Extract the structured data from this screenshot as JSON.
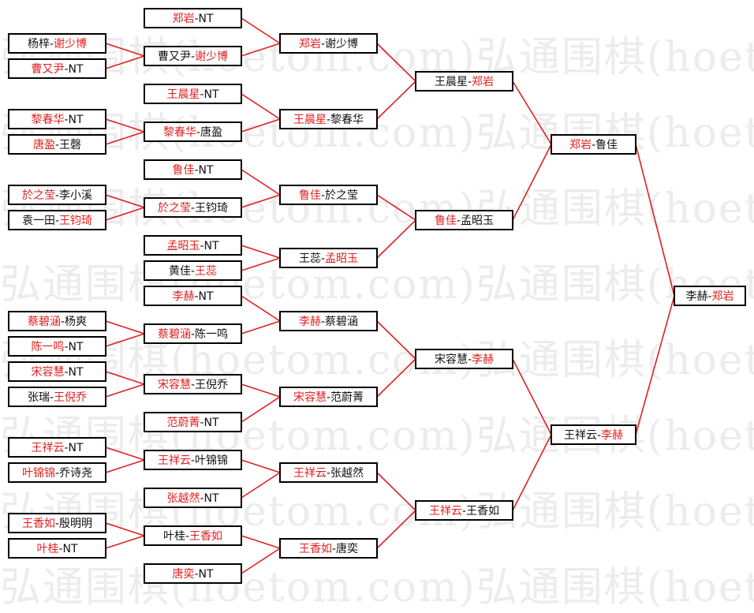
{
  "watermark": "弘通围棋(hoetom.com)弘通围棋(hoetom.com)弘通围棋(hoetom.com)",
  "colors": {
    "winner": "#e02020",
    "loser": "#111111",
    "line": "#e02020"
  },
  "rounds": [
    [
      {
        "parts": [
          {
            "t": "杨梓",
            "w": false
          },
          {
            "t": "-",
            "w": false
          },
          {
            "t": "谢少博",
            "w": true
          }
        ]
      },
      {
        "parts": [
          {
            "t": "曹又尹",
            "w": true
          },
          {
            "t": "-",
            "w": false
          },
          {
            "t": "NT",
            "w": false
          }
        ]
      },
      {
        "parts": [
          {
            "t": "黎春华",
            "w": true
          },
          {
            "t": "-",
            "w": false
          },
          {
            "t": "NT",
            "w": false
          }
        ]
      },
      {
        "parts": [
          {
            "t": "唐盈",
            "w": true
          },
          {
            "t": "-",
            "w": false
          },
          {
            "t": "王磬",
            "w": false
          }
        ]
      },
      {
        "parts": [
          {
            "t": "於之莹",
            "w": true
          },
          {
            "t": "-",
            "w": false
          },
          {
            "t": "李小溪",
            "w": false
          }
        ]
      },
      {
        "parts": [
          {
            "t": "袁一田",
            "w": false
          },
          {
            "t": "-",
            "w": false
          },
          {
            "t": "王钧琦",
            "w": true
          }
        ]
      },
      {
        "parts": [
          {
            "t": "蔡碧涵",
            "w": true
          },
          {
            "t": "-",
            "w": false
          },
          {
            "t": "杨爽",
            "w": false
          }
        ]
      },
      {
        "parts": [
          {
            "t": "陈一鸣",
            "w": true
          },
          {
            "t": "-",
            "w": false
          },
          {
            "t": "NT",
            "w": false
          }
        ]
      },
      {
        "parts": [
          {
            "t": "宋容慧",
            "w": true
          },
          {
            "t": "-",
            "w": false
          },
          {
            "t": "NT",
            "w": false
          }
        ]
      },
      {
        "parts": [
          {
            "t": "张瑞",
            "w": false
          },
          {
            "t": "-",
            "w": false
          },
          {
            "t": "王倪乔",
            "w": true
          }
        ]
      },
      {
        "parts": [
          {
            "t": "王祥云",
            "w": true
          },
          {
            "t": "-",
            "w": false
          },
          {
            "t": "NT",
            "w": false
          }
        ]
      },
      {
        "parts": [
          {
            "t": "叶锦锦",
            "w": true
          },
          {
            "t": "-",
            "w": false
          },
          {
            "t": "乔诗尧",
            "w": false
          }
        ]
      },
      {
        "parts": [
          {
            "t": "王香如",
            "w": true
          },
          {
            "t": "-",
            "w": false
          },
          {
            "t": "殷明明",
            "w": false
          }
        ]
      },
      {
        "parts": [
          {
            "t": "叶桂",
            "w": true
          },
          {
            "t": "-",
            "w": false
          },
          {
            "t": "NT",
            "w": false
          }
        ]
      }
    ],
    [
      {
        "parts": [
          {
            "t": "郑岩",
            "w": true
          },
          {
            "t": "-",
            "w": false
          },
          {
            "t": "NT",
            "w": false
          }
        ]
      },
      {
        "parts": [
          {
            "t": "曹又尹",
            "w": false
          },
          {
            "t": "-",
            "w": false
          },
          {
            "t": "谢少博",
            "w": true
          }
        ]
      },
      {
        "parts": [
          {
            "t": "王晨星",
            "w": true
          },
          {
            "t": "-",
            "w": false
          },
          {
            "t": "NT",
            "w": false
          }
        ]
      },
      {
        "parts": [
          {
            "t": "黎春华",
            "w": true
          },
          {
            "t": "-",
            "w": false
          },
          {
            "t": "唐盈",
            "w": false
          }
        ]
      },
      {
        "parts": [
          {
            "t": "鲁佳",
            "w": true
          },
          {
            "t": "-",
            "w": false
          },
          {
            "t": "NT",
            "w": false
          }
        ]
      },
      {
        "parts": [
          {
            "t": "於之莹",
            "w": true
          },
          {
            "t": "-",
            "w": false
          },
          {
            "t": "王钧琦",
            "w": false
          }
        ]
      },
      {
        "parts": [
          {
            "t": "孟昭玉",
            "w": true
          },
          {
            "t": "-",
            "w": false
          },
          {
            "t": "NT",
            "w": false
          }
        ]
      },
      {
        "parts": [
          {
            "t": "黄佳",
            "w": false
          },
          {
            "t": "-",
            "w": false
          },
          {
            "t": "王蕊",
            "w": true
          }
        ]
      },
      {
        "parts": [
          {
            "t": "李赫",
            "w": true
          },
          {
            "t": "-",
            "w": false
          },
          {
            "t": "NT",
            "w": false
          }
        ]
      },
      {
        "parts": [
          {
            "t": "蔡碧涵",
            "w": true
          },
          {
            "t": "-",
            "w": false
          },
          {
            "t": "陈一鸣",
            "w": false
          }
        ]
      },
      {
        "parts": [
          {
            "t": "宋容慧",
            "w": true
          },
          {
            "t": "-",
            "w": false
          },
          {
            "t": "王倪乔",
            "w": false
          }
        ]
      },
      {
        "parts": [
          {
            "t": "范蔚菁",
            "w": true
          },
          {
            "t": "-",
            "w": false
          },
          {
            "t": "NT",
            "w": false
          }
        ]
      },
      {
        "parts": [
          {
            "t": "王祥云",
            "w": true
          },
          {
            "t": "-",
            "w": false
          },
          {
            "t": "叶锦锦",
            "w": false
          }
        ]
      },
      {
        "parts": [
          {
            "t": "张越然",
            "w": true
          },
          {
            "t": "-",
            "w": false
          },
          {
            "t": "NT",
            "w": false
          }
        ]
      },
      {
        "parts": [
          {
            "t": "叶桂",
            "w": false
          },
          {
            "t": "-",
            "w": false
          },
          {
            "t": "王香如",
            "w": true
          }
        ]
      },
      {
        "parts": [
          {
            "t": "唐奕",
            "w": true
          },
          {
            "t": "-",
            "w": false
          },
          {
            "t": "NT",
            "w": false
          }
        ]
      }
    ],
    [
      {
        "parts": [
          {
            "t": "郑岩",
            "w": true
          },
          {
            "t": "-",
            "w": false
          },
          {
            "t": "谢少博",
            "w": false
          }
        ]
      },
      {
        "parts": [
          {
            "t": "王晨星",
            "w": true
          },
          {
            "t": "-",
            "w": false
          },
          {
            "t": "黎春华",
            "w": false
          }
        ]
      },
      {
        "parts": [
          {
            "t": "鲁佳",
            "w": true
          },
          {
            "t": "-",
            "w": false
          },
          {
            "t": "於之莹",
            "w": false
          }
        ]
      },
      {
        "parts": [
          {
            "t": "王蕊",
            "w": false
          },
          {
            "t": "-",
            "w": false
          },
          {
            "t": "孟昭玉",
            "w": true
          }
        ]
      },
      {
        "parts": [
          {
            "t": "李赫",
            "w": true
          },
          {
            "t": "-",
            "w": false
          },
          {
            "t": "蔡碧涵",
            "w": false
          }
        ]
      },
      {
        "parts": [
          {
            "t": "宋容慧",
            "w": true
          },
          {
            "t": "-",
            "w": false
          },
          {
            "t": "范蔚菁",
            "w": false
          }
        ]
      },
      {
        "parts": [
          {
            "t": "王祥云",
            "w": true
          },
          {
            "t": "-",
            "w": false
          },
          {
            "t": "张越然",
            "w": false
          }
        ]
      },
      {
        "parts": [
          {
            "t": "王香如",
            "w": true
          },
          {
            "t": "-",
            "w": false
          },
          {
            "t": "唐奕",
            "w": false
          }
        ]
      }
    ],
    [
      {
        "parts": [
          {
            "t": "王晨星",
            "w": false
          },
          {
            "t": "-",
            "w": false
          },
          {
            "t": "郑岩",
            "w": true
          }
        ]
      },
      {
        "parts": [
          {
            "t": "鲁佳",
            "w": true
          },
          {
            "t": "-",
            "w": false
          },
          {
            "t": "孟昭玉",
            "w": false
          }
        ]
      },
      {
        "parts": [
          {
            "t": "宋容慧",
            "w": false
          },
          {
            "t": "-",
            "w": false
          },
          {
            "t": "李赫",
            "w": true
          }
        ]
      },
      {
        "parts": [
          {
            "t": "王祥云",
            "w": true
          },
          {
            "t": "-",
            "w": false
          },
          {
            "t": "王香如",
            "w": false
          }
        ]
      }
    ],
    [
      {
        "parts": [
          {
            "t": "郑岩",
            "w": true
          },
          {
            "t": "-",
            "w": false
          },
          {
            "t": "鲁佳",
            "w": false
          }
        ]
      },
      {
        "parts": [
          {
            "t": "王祥云",
            "w": false
          },
          {
            "t": "-",
            "w": false
          },
          {
            "t": "李赫",
            "w": true
          }
        ]
      }
    ],
    [
      {
        "parts": [
          {
            "t": "李赫",
            "w": false
          },
          {
            "t": "-",
            "w": false
          },
          {
            "t": "郑岩",
            "w": true
          }
        ]
      }
    ]
  ]
}
